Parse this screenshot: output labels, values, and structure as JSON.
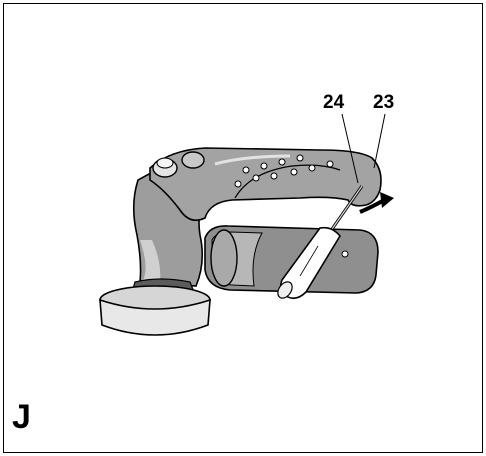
{
  "figure": {
    "panel_letter": "J",
    "callouts": {
      "part_24": "24",
      "part_23": "23"
    }
  },
  "colors": {
    "line": "#000000",
    "body_gray": "#9a9a9a",
    "light_gray": "#cfcfcf",
    "dark_gray": "#6a6a6a",
    "background": "#ffffff"
  },
  "icons": {
    "tool": "orbital-sander-illustration",
    "screwdriver": "screwdriver-illustration",
    "arrow": "curved-arrow-icon"
  }
}
